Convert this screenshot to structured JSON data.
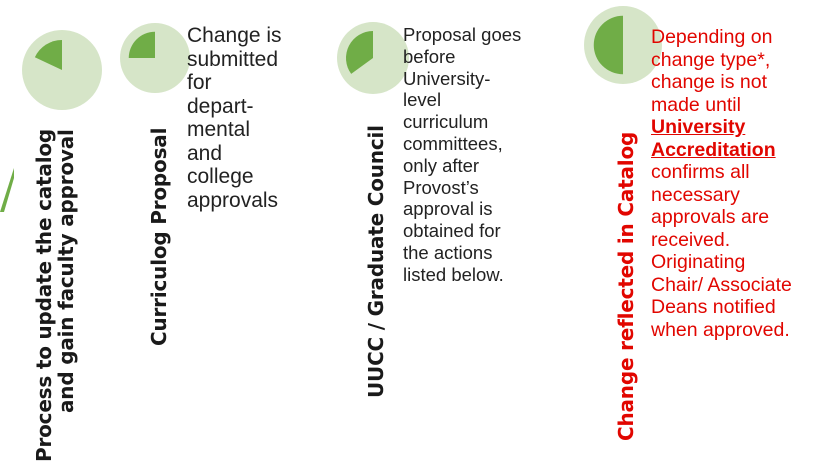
{
  "colors": {
    "pie_background": "#d6e5c8",
    "pie_fill": "#70ad47",
    "text_dark": "#1a1a1a",
    "text_red": "#e10600"
  },
  "steps": [
    {
      "label_lines": [
        "Process to update the catalog",
        "and gain faculty approval"
      ],
      "progress": 0.18
    },
    {
      "label_lines": [
        "Curriculog Proposal"
      ],
      "progress": 0.25,
      "description": "Change is\nsubmitted\nfor\ndepart-\nmental\nand\ncollege\napprovals"
    },
    {
      "label_lines": [
        "UUCC / Graduate Council"
      ],
      "progress": 0.35,
      "description": "Proposal goes\nbefore\nUniversity-\nlevel\ncurriculum\ncommittees,\nonly after\nProvost’s\napproval is\nobtained for\nthe actions\nlisted below."
    },
    {
      "label_lines": [
        "Change reflected in Catalog"
      ],
      "progress": 0.5,
      "description_before": "Depending on\nchange type*,\nchange is not\nmade until\n",
      "description_link": "University\nAccreditation",
      "description_after": "\nconfirms all\nnecessary\napprovals are\nreceived.\nOriginating\nChair/ Associate\nDeans notified\nwhen approved."
    }
  ]
}
